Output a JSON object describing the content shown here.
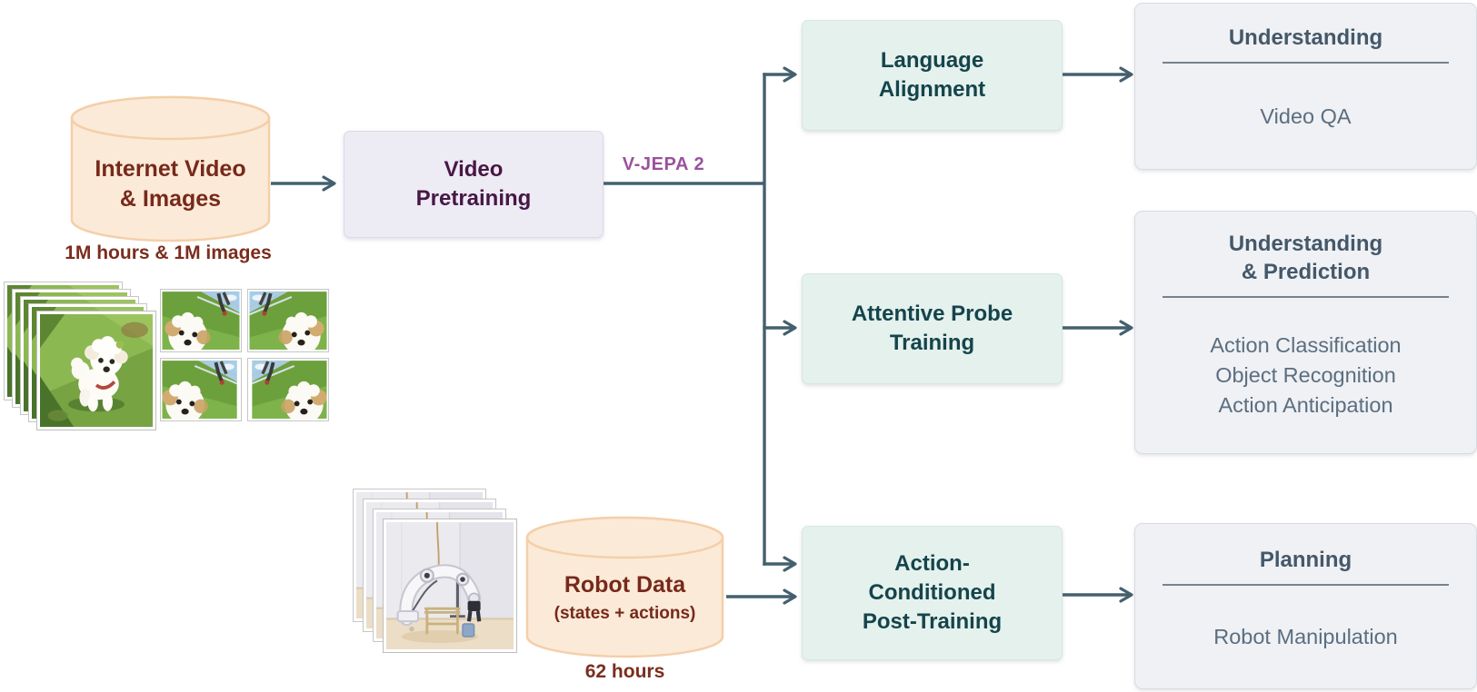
{
  "diagram": {
    "sources": {
      "internet": {
        "title_line1": "Internet Video",
        "title_line2": "& Images",
        "caption": "1M hours & 1M images"
      },
      "robot": {
        "title": "Robot Data",
        "subtitle": "(states + actions)",
        "caption": "62 hours"
      }
    },
    "pretraining": {
      "title_line1": "Video",
      "title_line2": "Pretraining"
    },
    "model_label": "V-JEPA 2",
    "stages": [
      {
        "title_line1": "Language",
        "title_line2": "Alignment"
      },
      {
        "title_line1": "Attentive Probe",
        "title_line2": "Training"
      },
      {
        "title_line1": "Action-",
        "title_line2": "Conditioned",
        "title_line3": "Post-Training"
      }
    ],
    "outcomes": [
      {
        "title_line1": "Understanding",
        "items": [
          "Video QA"
        ]
      },
      {
        "title_line1": "Understanding",
        "title_line2": "& Prediction",
        "items": [
          "Action Classification",
          "Object Recognition",
          "Action Anticipation"
        ]
      },
      {
        "title_line1": "Planning",
        "items": [
          "Robot Manipulation"
        ]
      }
    ],
    "colors": {
      "arrow": "#44606e",
      "datastore_fill": "#fcead8",
      "datastore_border": "#f4cfa9",
      "datastore_text": "#76291b",
      "stage_fill": "#e4f1ec",
      "stage_border": "#d5e9df",
      "stage_text": "#15444c",
      "pretrain_fill": "#edebf4",
      "pretrain_border": "#ded9ec",
      "pretrain_text": "#471745",
      "model_label_color": "#9b519c",
      "panel_fill": "#eff1f4",
      "panel_border": "#d8dbe1",
      "panel_title": "#45586a",
      "panel_text": "#5b6e80"
    }
  }
}
